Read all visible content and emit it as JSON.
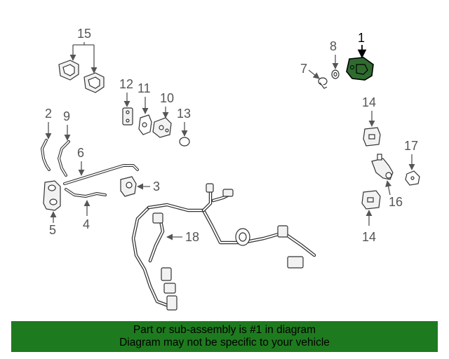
{
  "diagram": {
    "callouts": {
      "c1": "1",
      "c2": "2",
      "c3": "3",
      "c4": "4",
      "c5": "5",
      "c6": "6",
      "c7": "7",
      "c8": "8",
      "c9": "9",
      "c10": "10",
      "c11": "11",
      "c12": "12",
      "c13": "13",
      "c14a": "14",
      "c14b": "14",
      "c15": "15",
      "c16": "16",
      "c17": "17",
      "c18": "18"
    },
    "highlighted_part": "1",
    "highlight_color": "#2f6b2f"
  },
  "banner": {
    "line1": "Part or sub-assembly is #1 in diagram",
    "line2": "Diagram may not be specific to your vehicle",
    "background": "#1e7a1e"
  }
}
